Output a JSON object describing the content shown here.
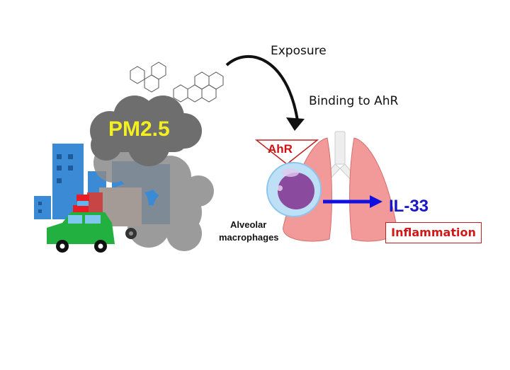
{
  "diagram": {
    "labels": {
      "exposure": "Exposure",
      "binding": "Binding to AhR",
      "pm25": "PM2.5",
      "ahr": "AhR",
      "il33": "IL-33",
      "macrophages_line1": "Alveolar",
      "macrophages_line2": "macrophages",
      "inflammation": "Inflammation"
    },
    "colors": {
      "pm_text": "#f4f01e",
      "ahr_text": "#d01010",
      "il33_text": "#1818c8",
      "arrow_blue": "#1010e0",
      "lung": "#f29a9a",
      "smog": "#7a7a7a",
      "building": "#3b8ad6",
      "car": "#22b040"
    }
  }
}
